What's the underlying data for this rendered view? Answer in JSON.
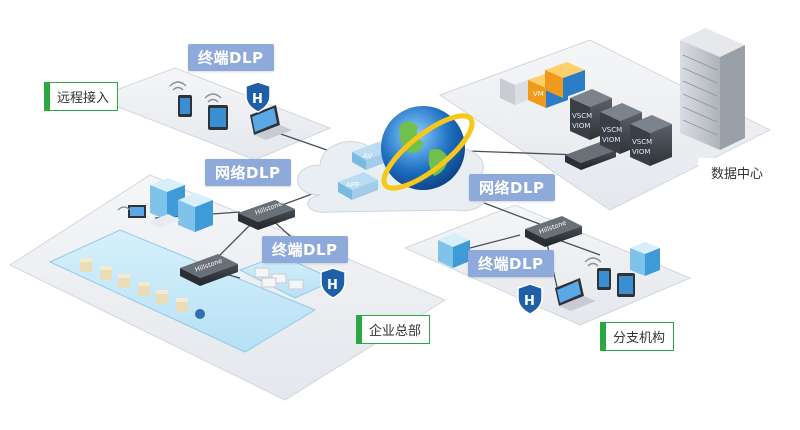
{
  "colors": {
    "tag_bg": "#8eaadb",
    "label_accent": "#29a843",
    "platform": "#eef0f3",
    "network_line": "#4a4f57",
    "cloud": "#e9eef3"
  },
  "regions": {
    "remote_access": "远程接入",
    "data_center": "数据中心",
    "headquarters": "企业总部",
    "branch": "分支机构"
  },
  "tags": {
    "endpoint_dlp_remote": "终端DLP",
    "network_dlp_hq": "网络DLP",
    "endpoint_dlp_hq": "终端DLP",
    "network_dlp_branch": "网络DLP",
    "endpoint_dlp_branch": "终端DLP"
  },
  "device_labels": {
    "av": "AV",
    "app": "APP",
    "vm": "VM",
    "vscm": "VSCM",
    "viom": "VIOM",
    "firewall_brand": "Hillstone",
    "shield_letter": "H"
  },
  "icons": [
    "globe-icon",
    "cloud-icon",
    "firewall-icon",
    "server-rack-icon",
    "tablet-icon",
    "laptop-icon",
    "shield-icon",
    "wifi-icon",
    "building-icon"
  ]
}
